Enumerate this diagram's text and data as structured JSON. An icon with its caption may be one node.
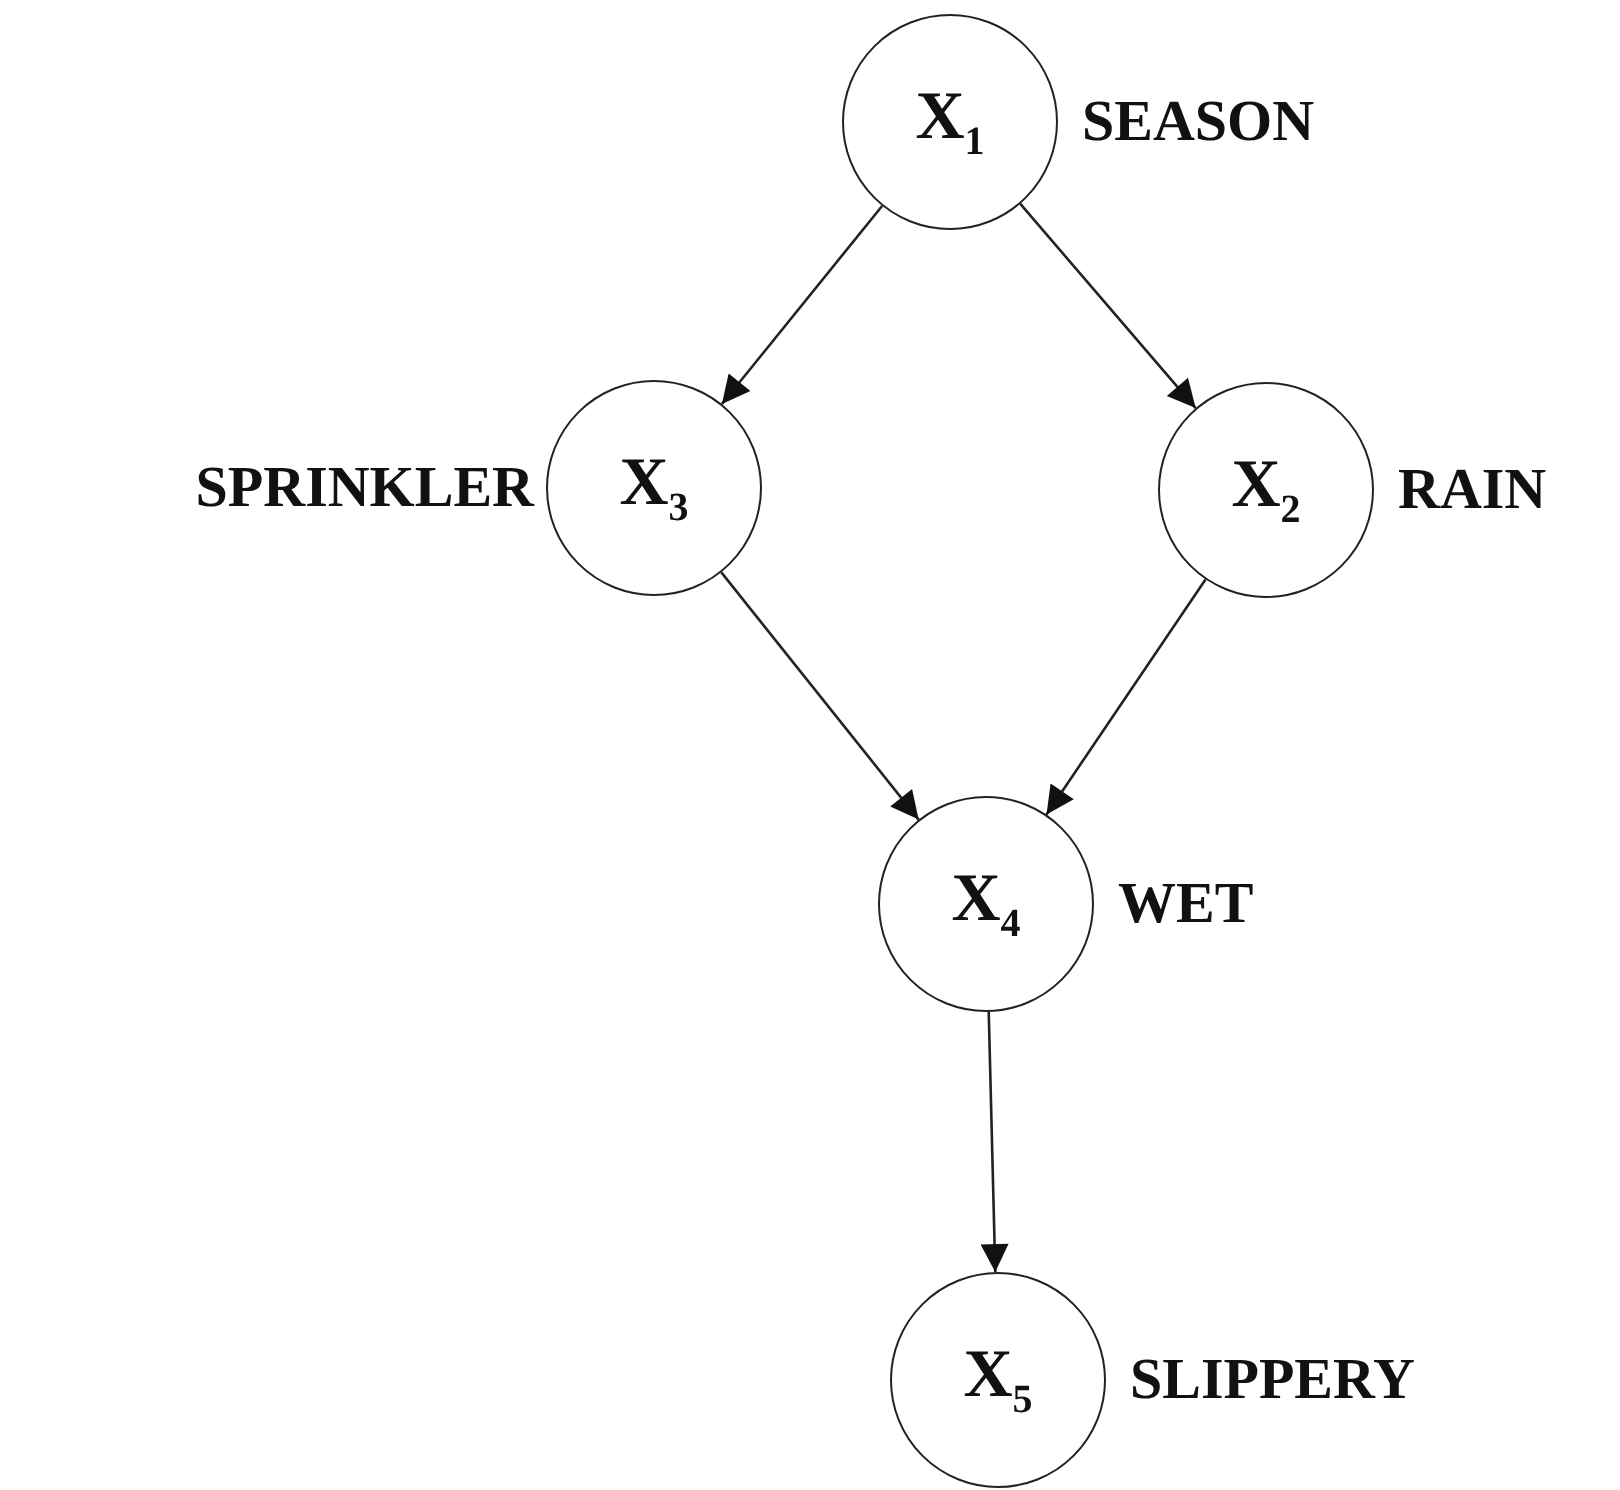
{
  "diagram": {
    "nodes": [
      {
        "text": [
          "X$_{1}$"
        ],
        "beside": [
          "SEASON"
        ]
      },
      {
        "text": [
          "X$_{3}$"
        ],
        "beside": [
          "SPRINKLER"
        ]
      },
      {
        "text": [
          "X$_{2}$"
        ],
        "beside": [
          "RAIN"
        ]
      },
      {
        "text": [
          "X$_{4}$"
        ],
        "beside": [
          "WET"
        ]
      },
      {
        "text": [
          "X$_{5}$"
        ],
        "beside": [
          "SLIPPERY"
        ]
      }
    ],
    "edges": [
      {
        "from": 0,
        "to": 1,
        "arrow": "to"
      },
      {
        "from": 0,
        "to": 2,
        "arrow": "to"
      },
      {
        "from": 1,
        "to": 3,
        "arrow": "to"
      },
      {
        "from": 2,
        "to": 3,
        "arrow": "to"
      },
      {
        "from": 3,
        "to": 4,
        "arrow": "to"
      }
    ]
  }
}
